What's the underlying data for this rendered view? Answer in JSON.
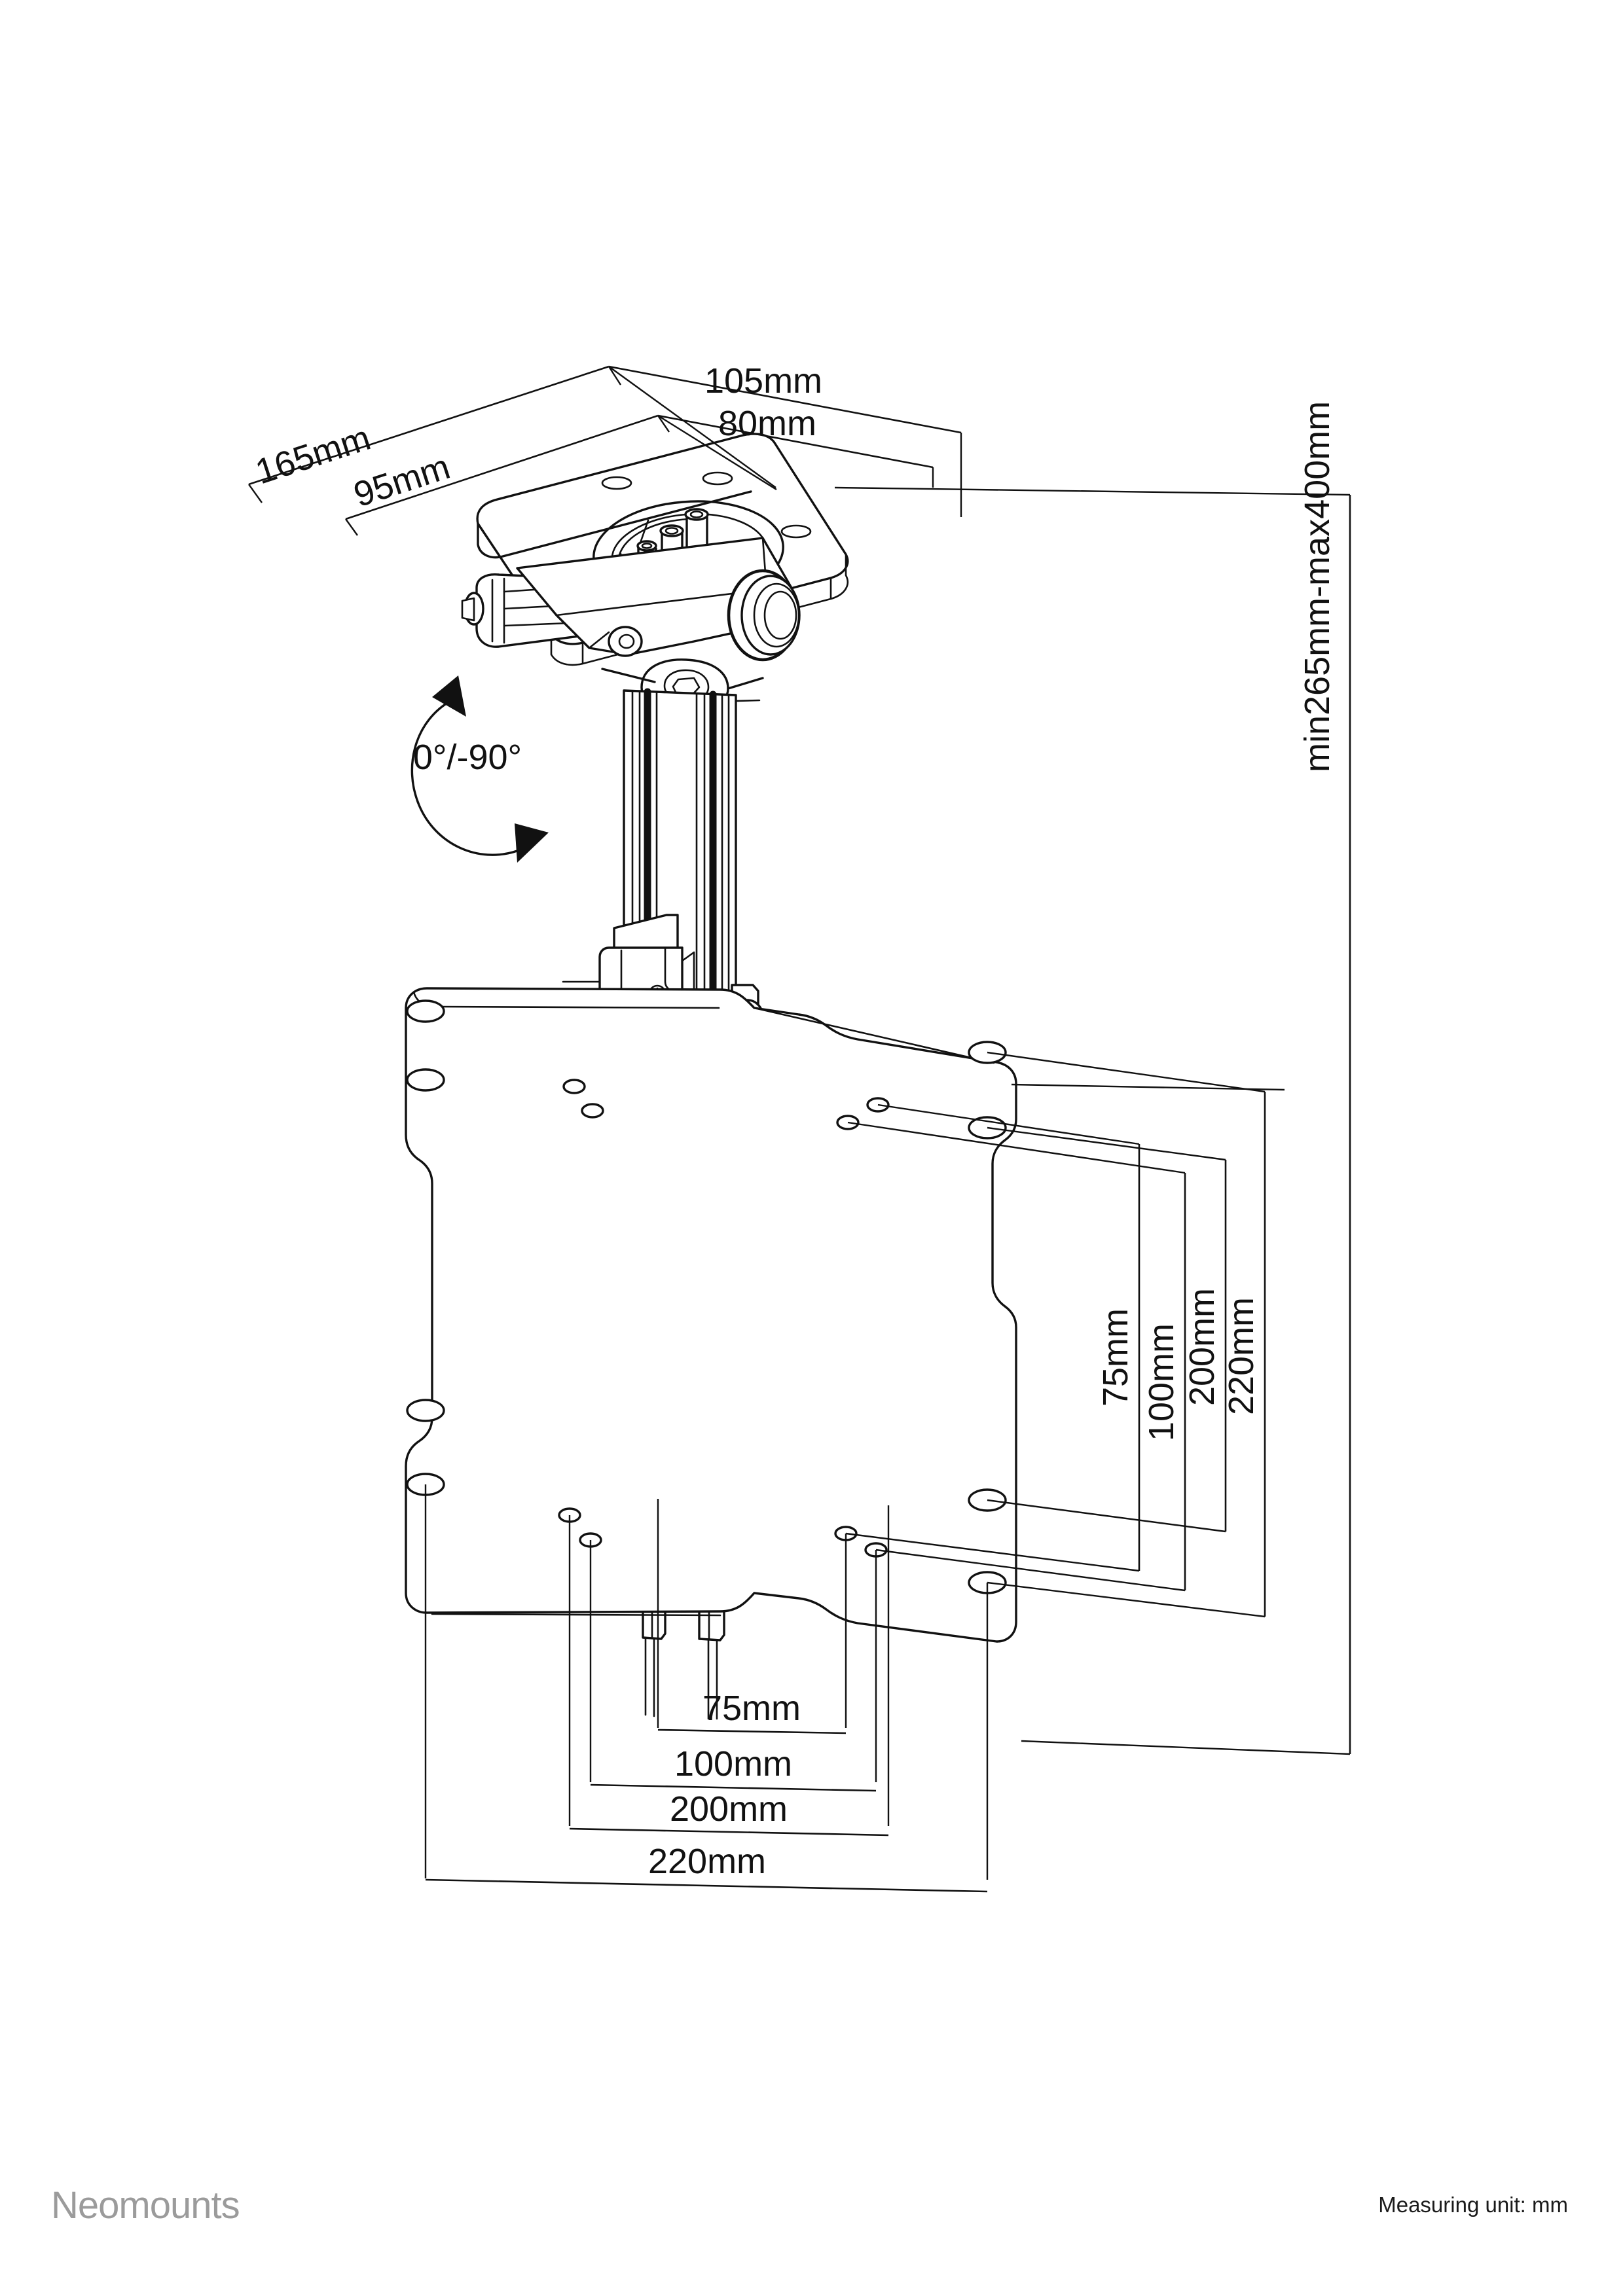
{
  "document": {
    "type": "technical-dimension-drawing",
    "product": "ceiling mount TV bracket",
    "brand": "Neomounts",
    "measuring_unit_note": "Measuring unit: mm"
  },
  "footer": {
    "brand": "Neomounts",
    "measuring_unit": "Measuring unit: mm"
  },
  "dimensions": {
    "ceiling_plate": {
      "width_outer": "105mm",
      "width_inner": "80mm",
      "depth_outer": "165mm",
      "depth_inner": "95mm"
    },
    "height_range": "min265mm-max400mm",
    "tilt_angle": "0°/-90°",
    "vesa_vertical": [
      "75mm",
      "100mm",
      "200mm",
      "220mm"
    ],
    "vesa_horizontal": [
      "75mm",
      "100mm",
      "200mm",
      "220mm"
    ]
  },
  "labels": {
    "d105": "105mm",
    "d80": "80mm",
    "d165": "165mm",
    "d95": "95mm",
    "height": "min265mm-max400mm",
    "angle": "0°/-90°",
    "v75": "75mm",
    "v100": "100mm",
    "v200": "200mm",
    "v220": "220mm",
    "h75": "75mm",
    "h100": "100mm",
    "h200": "200mm",
    "h220": "220mm"
  },
  "colors": {
    "line": "#111111",
    "thin_line": "#1a1a1a",
    "background": "#ffffff",
    "brand_gray": "#9b9b9b"
  }
}
